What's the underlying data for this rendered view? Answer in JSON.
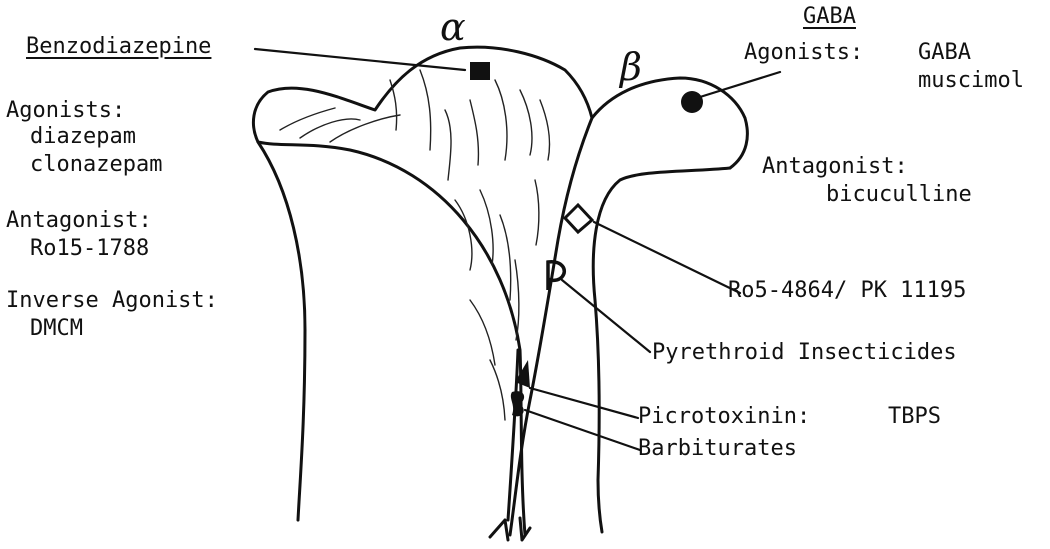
{
  "subunits": {
    "alpha": "α",
    "beta": "β"
  },
  "benzodiazepine": {
    "heading": "Benzodiazepine",
    "agonists_label": "Agonists:",
    "agonists": [
      "diazepam",
      "clonazepam"
    ],
    "antagonist_label": "Antagonist:",
    "antagonist": "Ro15-1788",
    "inverse_agonist_label": "Inverse Agonist:",
    "inverse_agonist": "DMCM"
  },
  "gaba": {
    "heading": "GABA",
    "agonists_label": "Agonists:",
    "agonists": [
      "GABA",
      "muscimol"
    ],
    "antagonist_label": "Antagonist:",
    "antagonist": "bicuculline"
  },
  "sites": {
    "ro5": "Ro5-4864/ PK 11195",
    "pyrethroid": "Pyrethroid Insecticides",
    "picrotoxinin": "Picrotoxinin:",
    "tbps": "TBPS",
    "barbiturates": "Barbiturates"
  },
  "colors": {
    "ink": "#111111",
    "background": "#ffffff"
  }
}
